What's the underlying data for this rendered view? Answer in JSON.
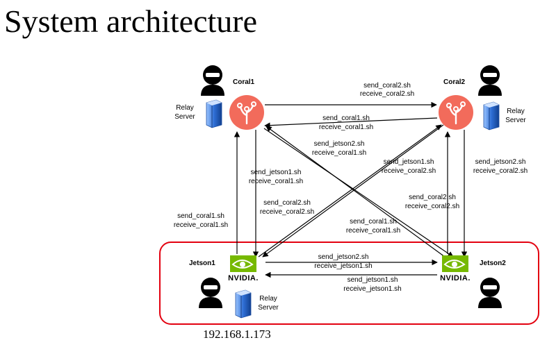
{
  "title": "System architecture",
  "footer_ip": "192.168.1.173",
  "nodes": {
    "coral1": "Coral1",
    "coral2": "Coral2",
    "jetson1": "Jetson1",
    "jetson2": "Jetson2"
  },
  "relay_server": {
    "line1": "Relay",
    "line2": "Server"
  },
  "nvidia_logo_text": "NVIDIA.",
  "edges": {
    "c1_to_c2": [
      "send_coral2.sh",
      "receive_coral2.sh"
    ],
    "c2_to_c1": [
      "send_coral1.sh",
      "receive_coral1.sh"
    ],
    "j2_to_c1": [
      "send_jetson2.sh",
      "receive_coral1.sh"
    ],
    "j1_to_c2": [
      "send_jetson1.sh",
      "receive_coral2.sh"
    ],
    "c1_to_j1": [
      "send_jetson1.sh",
      "receive_coral1.sh"
    ],
    "c2_to_j2": [
      "send_jetson2.sh",
      "receive_coral2.sh"
    ],
    "c2_to_j1": [
      "send_coral2.sh",
      "receive_coral2.sh"
    ],
    "j2_to_c2": [
      "send_coral2.sh",
      "receive_coral2.sh"
    ],
    "j1_to_c1": [
      "send_coral1.sh",
      "receive_coral1.sh"
    ],
    "c1_to_j2": [
      "send_coral1.sh",
      "receive_coral1.sh"
    ],
    "j1_to_j2": [
      "send_jetson2.sh",
      "receive_jetson1.sh"
    ],
    "j2_to_j1": [
      "send_jetson1.sh",
      "receive_jetson1.sh"
    ]
  },
  "colors": {
    "coral": "#f26b5b",
    "nvidia_green": "#76b900",
    "highlight_border": "#e3000f",
    "server_blue": "#2f6fd6"
  }
}
